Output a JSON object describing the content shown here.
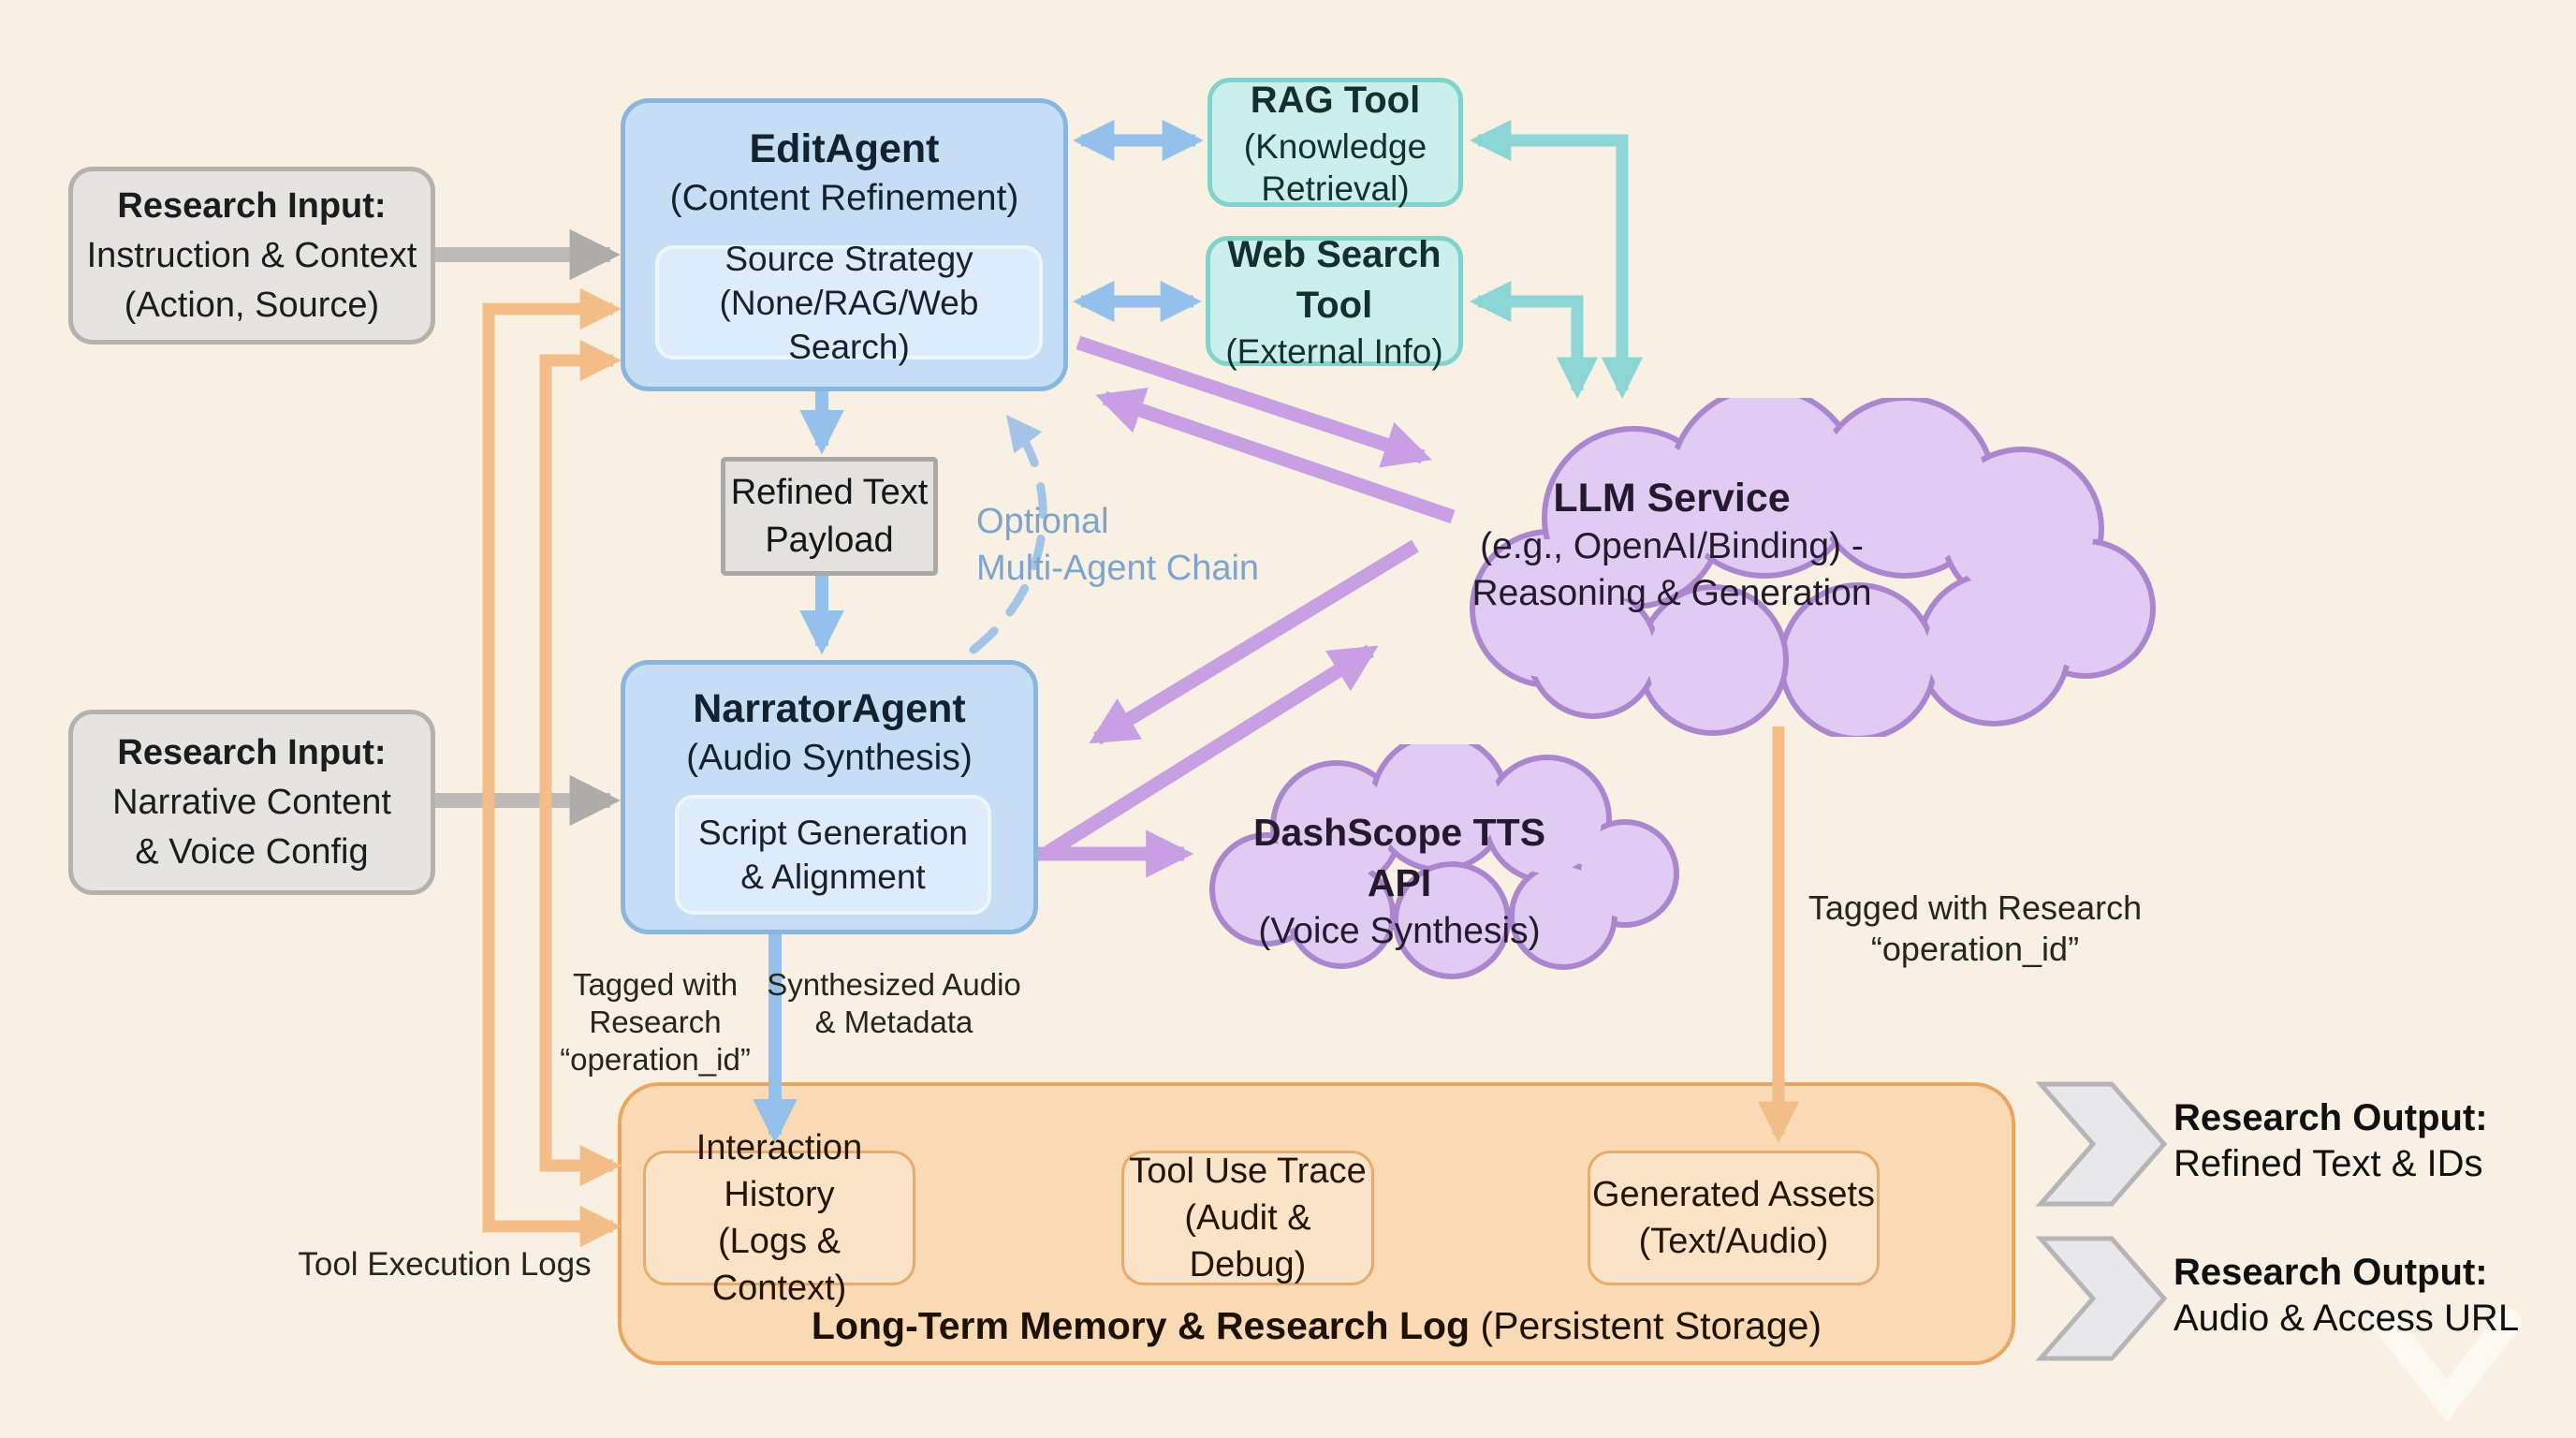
{
  "diagram_title": "Multi-agent research and audio synthesis pipeline",
  "colors": {
    "background": "#f8f0e2",
    "agent_fill": "#c6def4",
    "agent_border": "#8ab6de",
    "tool_fill": "#cbf0ec",
    "tool_border": "#82d2cc",
    "cloud_fill": "#e0ccf2",
    "cloud_border": "#ab85cd",
    "memory_fill": "#f9dab5",
    "memory_border": "#eba55f",
    "gray_fill": "#e6e4e1",
    "arrow_blue": "#93c1ec",
    "arrow_teal": "#8bd5d5",
    "arrow_purple": "#c79fe2",
    "arrow_orange": "#f3bd88",
    "arrow_gray": "#bdbbb8"
  },
  "nodes": {
    "research_input_1": {
      "title": "Research Input:",
      "line1": "Instruction & Context",
      "line2": "(Action, Source)"
    },
    "research_input_2": {
      "title": "Research Input:",
      "line1": "Narrative Content",
      "line2": "& Voice Config"
    },
    "edit_agent": {
      "title": "EditAgent",
      "subtitle": "(Content Refinement)",
      "inner_line1": "Source Strategy",
      "inner_line2": "(None/RAG/Web Search)"
    },
    "narrator_agent": {
      "title": "NarratorAgent",
      "subtitle": "(Audio Synthesis)",
      "inner_line1": "Script Generation",
      "inner_line2": "& Alignment"
    },
    "rag_tool": {
      "title": "RAG Tool",
      "subtitle": "(Knowledge Retrieval)"
    },
    "web_search_tool": {
      "title": "Web Search Tool",
      "subtitle": "(External Info)"
    },
    "llm_service": {
      "title": "LLM Service",
      "line2": "(e.g., OpenAI/Binding) -",
      "line3": "Reasoning & Generation"
    },
    "dashscope_tts": {
      "title": "DashScope TTS API",
      "subtitle": "(Voice Synthesis)"
    },
    "refined_text_payload": {
      "line1": "Refined Text",
      "line2": "Payload"
    },
    "memory": {
      "title_bold": "Long-Term Memory & Research Log",
      "title_regular": " (Persistent Storage)",
      "boxes": [
        {
          "line1": "Interaction History",
          "line2": "(Logs & Context)"
        },
        {
          "line1": "Tool Use Trace",
          "line2": "(Audit & Debug)"
        },
        {
          "line1": "Generated Assets",
          "line2": "(Text/Audio)"
        }
      ]
    }
  },
  "labels": {
    "optional_chain": {
      "line1": "Optional",
      "line2": "Multi-Agent Chain"
    },
    "tagged_left": {
      "line1": "Tagged with Research",
      "line2": "“operation_id”"
    },
    "tagged_right": {
      "line1": "Tagged with Research",
      "line2": "“operation_id”"
    },
    "synthesized": {
      "line1": "Synthesized Audio",
      "line2": "& Metadata"
    },
    "tool_execution_logs": "Tool Execution Logs"
  },
  "outputs": [
    {
      "title": "Research Output:",
      "subtitle": "Refined Text & IDs"
    },
    {
      "title": "Research Output:",
      "subtitle": "Audio & Access URL"
    }
  ]
}
